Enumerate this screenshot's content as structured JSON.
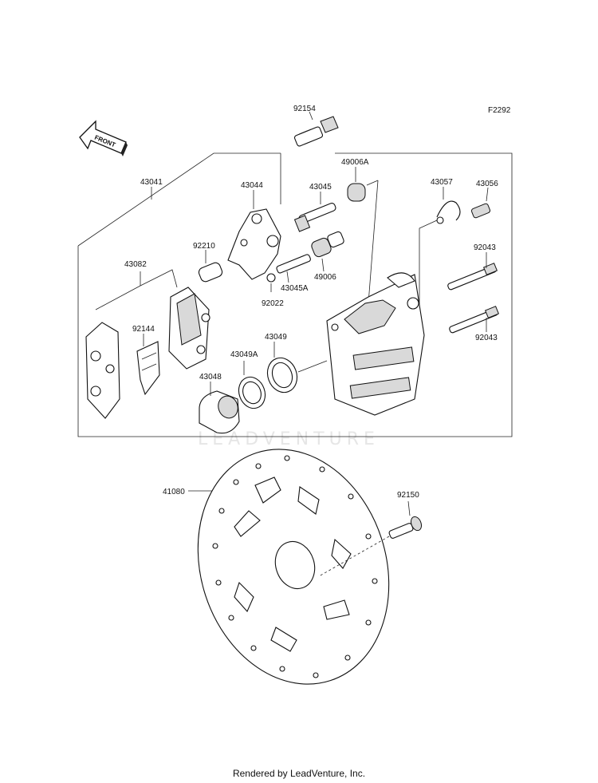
{
  "diagram_code": "F2292",
  "front_label": "FRONT",
  "watermark": "LEADVENTURE",
  "footer": "Rendered by LeadVenture, Inc.",
  "callouts": {
    "p92154": "92154",
    "p43041": "43041",
    "p43044": "43044",
    "p43045": "43045",
    "p49006A": "49006A",
    "p43057": "43057",
    "p43056": "43056",
    "p92210": "92210",
    "p43082": "43082",
    "p92043a": "92043",
    "p49006": "49006",
    "p43045A": "43045A",
    "p92022": "92022",
    "p92144": "92144",
    "p43049": "43049",
    "p92043b": "92043",
    "p43049A": "43049A",
    "p43048": "43048",
    "p41080": "41080",
    "p92150": "92150"
  }
}
